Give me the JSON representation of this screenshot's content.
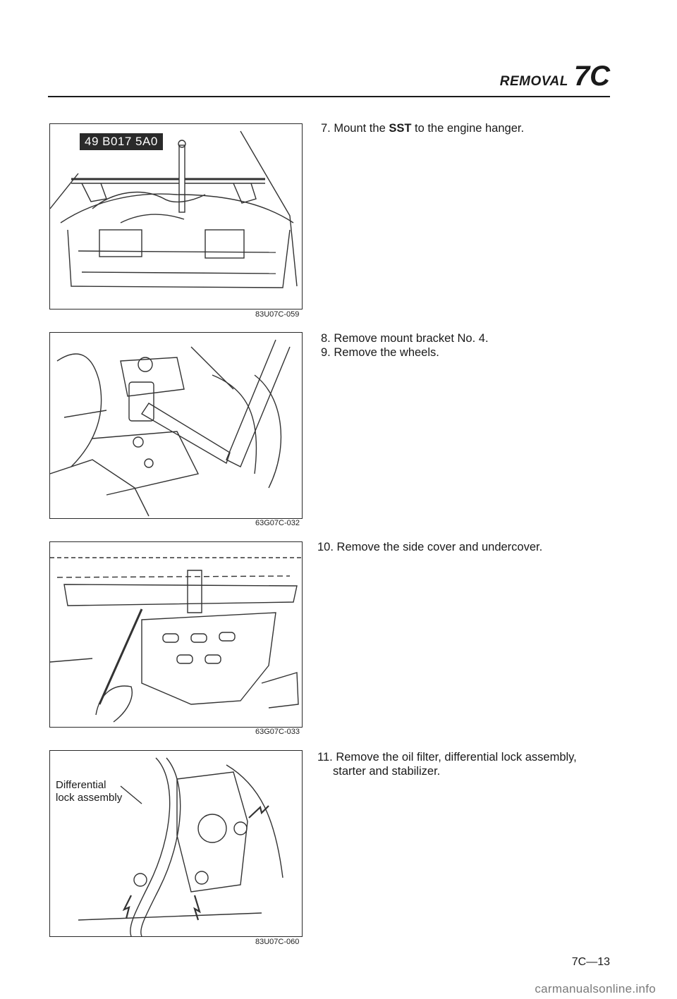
{
  "header": {
    "section": "REMOVAL",
    "chapter": "7C"
  },
  "figures": [
    {
      "code": "83U07C-059",
      "tag": "49 B017 5A0"
    },
    {
      "code": "63G07C-032"
    },
    {
      "code": "63G07C-033"
    },
    {
      "code": "83U07C-060",
      "callout_line1": "Differential",
      "callout_line2": "lock assembly"
    }
  ],
  "steps": [
    {
      "num": "7.",
      "pre": "Mount the ",
      "bold": "SST",
      "post": " to the engine hanger."
    },
    {
      "num": "8.",
      "text": "Remove mount bracket No. 4."
    },
    {
      "num": "9.",
      "text": "Remove the wheels."
    },
    {
      "num": "10.",
      "text": "Remove the side cover and undercover."
    },
    {
      "num": "11.",
      "line1": "Remove the oil filter, differential lock assembly,",
      "line2": "starter and stabilizer."
    }
  ],
  "footer": {
    "page_number": "7C—13",
    "watermark": "carmanualsonline.info"
  }
}
